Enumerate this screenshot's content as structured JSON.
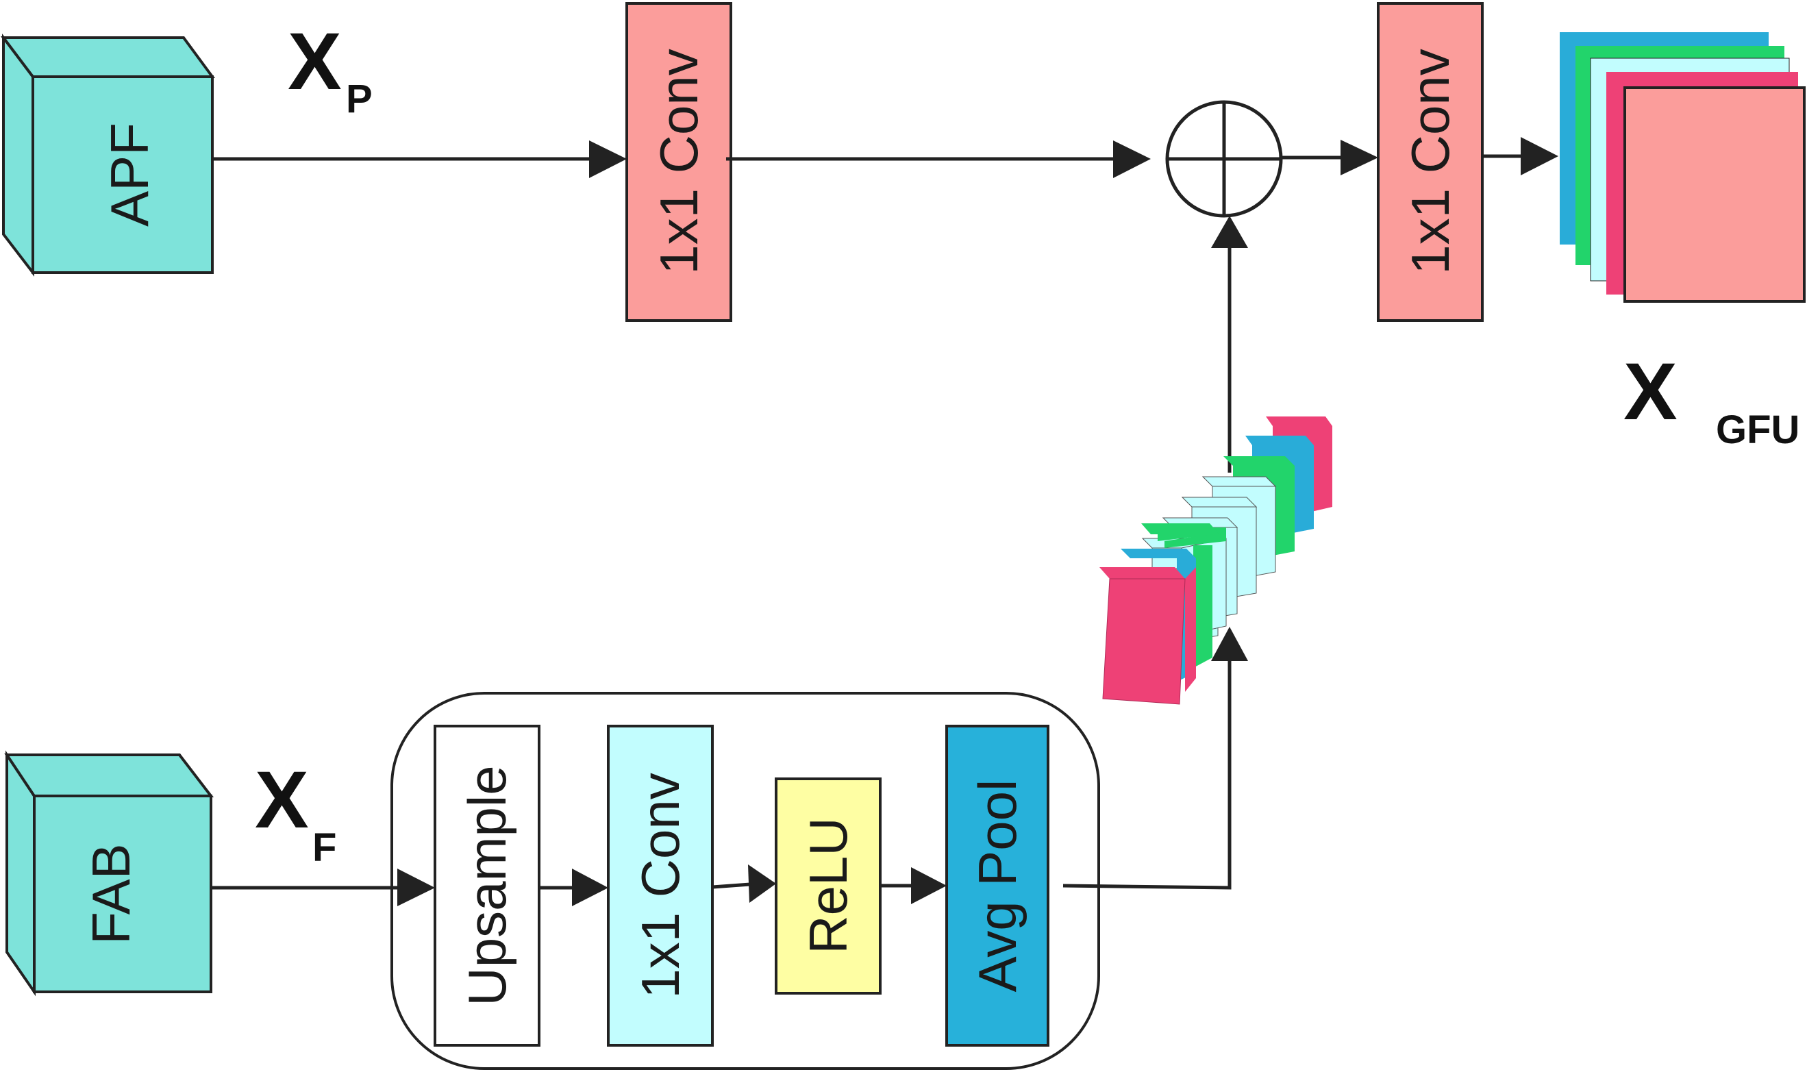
{
  "colors": {
    "cube": "#7ee3da",
    "conv_salmon": "#fb9d9b",
    "conv_light": "#c2fdfe",
    "relu": "#fefea3",
    "avgpool": "#27b1da",
    "pink": "#ee4176",
    "green": "#22d46b",
    "blue": "#29acd8",
    "line": "#222222"
  },
  "inputs": {
    "apf": {
      "label": "APF",
      "var_main": "X",
      "var_sub": "P"
    },
    "fab": {
      "label": "FAB",
      "var_main": "X",
      "var_sub": "F"
    }
  },
  "top_branch": {
    "conv1_label": "1x1 Conv",
    "conv2_label": "1x1 Conv"
  },
  "bottom_branch": {
    "upsample_label": "Upsample",
    "conv_label": "1x1 Conv",
    "relu_label": "ReLU",
    "avgpool_label": "Avg Pool"
  },
  "output": {
    "var_main": "X",
    "var_sub": "GFU"
  }
}
